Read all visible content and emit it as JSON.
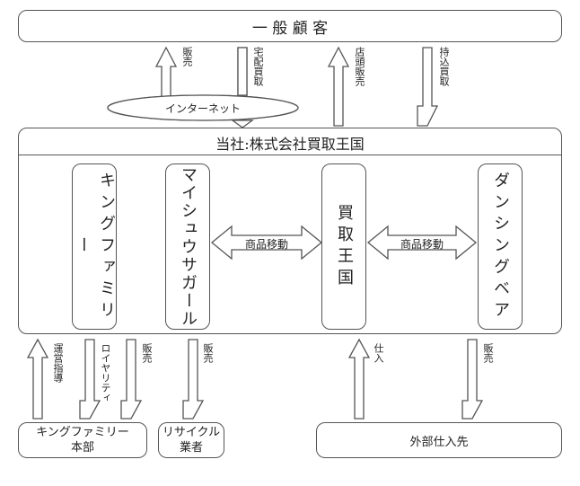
{
  "customer": "一 般 顧 客",
  "company": "当社:株式会社買取王国",
  "internet": "インターネット",
  "shops": {
    "king_family": "キングファミリー",
    "my_shu_sagar": "マイシュウサガール",
    "kaitori_oukoku": "買取王国",
    "dancing_bear": "ダンシングベア"
  },
  "move_label_1": "商品移動",
  "move_label_2": "商品移動",
  "top_labels": {
    "hanbai": "販売",
    "takuhai": "宅配買取",
    "tento": "店頭販売",
    "mochikomi": "持込買取"
  },
  "bottom_labels": {
    "unei": "運営指導",
    "royalty": "ロイヤリティ",
    "hanbai_kf": "販売",
    "hanbai_recycle": "販売",
    "shiire": "仕入",
    "hanbai_out": "販売"
  },
  "kf_hq": {
    "line1": "キングファミリー",
    "line2": "本部"
  },
  "recycle": {
    "line1": "リサイクル",
    "line2": "業者"
  },
  "external": "外部仕入先"
}
